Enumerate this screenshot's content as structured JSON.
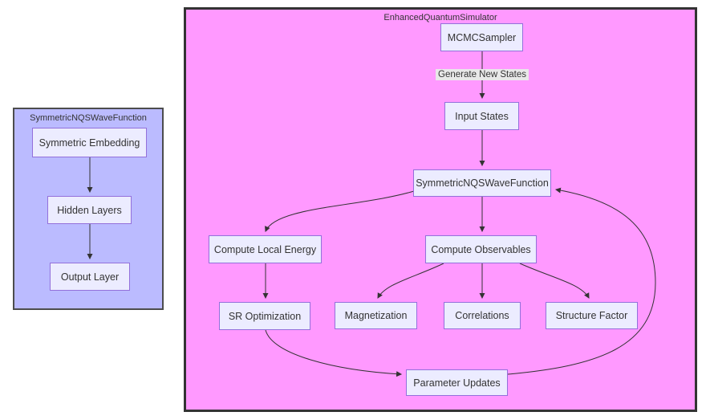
{
  "colors": {
    "left_cluster_fill": "#bbbbff",
    "right_cluster_fill": "#ff99ff",
    "left_cluster_border": "#4d4d4d",
    "right_cluster_border": "#333333",
    "node_fill": "#ececff",
    "node_border": "#9370db",
    "edge_color": "#333333",
    "text_color": "#333333",
    "edge_label_bg": "#e8e8e8",
    "page_bg": "#ffffff"
  },
  "left_cluster": {
    "title": "SymmetricNQSWaveFunction",
    "nodes": {
      "symmetric_embedding": "Symmetric Embedding",
      "hidden_layers": "Hidden Layers",
      "output_layer": "Output Layer"
    }
  },
  "right_cluster": {
    "title": "EnhancedQuantumSimulator",
    "nodes": {
      "mcmc_sampler": "MCMCSampler",
      "input_states": "Input States",
      "wavefunction": "SymmetricNQSWaveFunction",
      "compute_local_energy": "Compute Local Energy",
      "compute_observables": "Compute Observables",
      "sr_optimization": "SR Optimization",
      "magnetization": "Magnetization",
      "correlations": "Correlations",
      "structure_factor": "Structure Factor",
      "parameter_updates": "Parameter Updates"
    },
    "edge_labels": {
      "generate_new_states": "Generate New States"
    }
  }
}
